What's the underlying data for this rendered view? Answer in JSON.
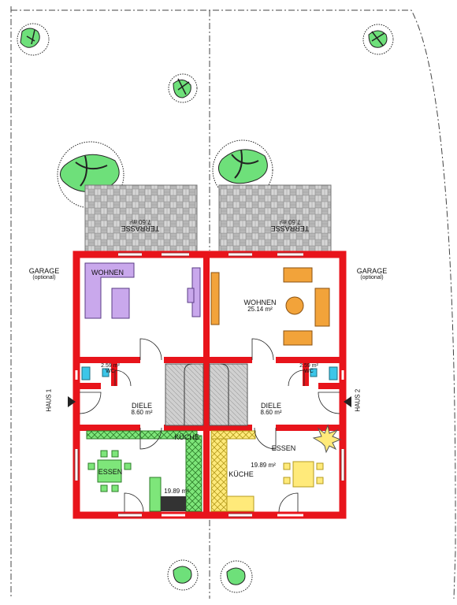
{
  "colors": {
    "wall": "#e8141b",
    "paving": "#c8c8c8",
    "lilac": "#c9a8ec",
    "orange": "#f2a33a",
    "green": "#7ee67a",
    "yellow": "#ffea7a",
    "cyan": "#3cc6e8",
    "lot_line": "#444444"
  },
  "garage": {
    "label": "GARAGE",
    "sub": "(optional)"
  },
  "houses": {
    "left": {
      "label": "HAUS 1"
    },
    "right": {
      "label": "HAUS 2"
    }
  },
  "rooms": {
    "left": {
      "terrasse": {
        "name": "TERRASSE",
        "area": "7.60 m²"
      },
      "wohnen": {
        "name": "WOHNEN"
      },
      "wc": {
        "name": "WC",
        "area": "2.59 m²"
      },
      "diele": {
        "name": "DIELE",
        "area": "8.60 m²"
      },
      "kueche": {
        "name": "KÜCHE"
      },
      "essen": {
        "name": "ESSEN",
        "area": "19.89 m²"
      }
    },
    "right": {
      "terrasse": {
        "name": "TERRASSE",
        "area": "7.60 m²"
      },
      "wohnen": {
        "name": "WOHNEN",
        "area": "25.14 m²"
      },
      "wc": {
        "name": "WC",
        "area": "2.59 m²"
      },
      "diele": {
        "name": "DIELE",
        "area": "8.60 m²"
      },
      "essen": {
        "name": "ESSEN",
        "area": "19.89 m²"
      },
      "kueche": {
        "name": "KÜCHE"
      }
    }
  }
}
